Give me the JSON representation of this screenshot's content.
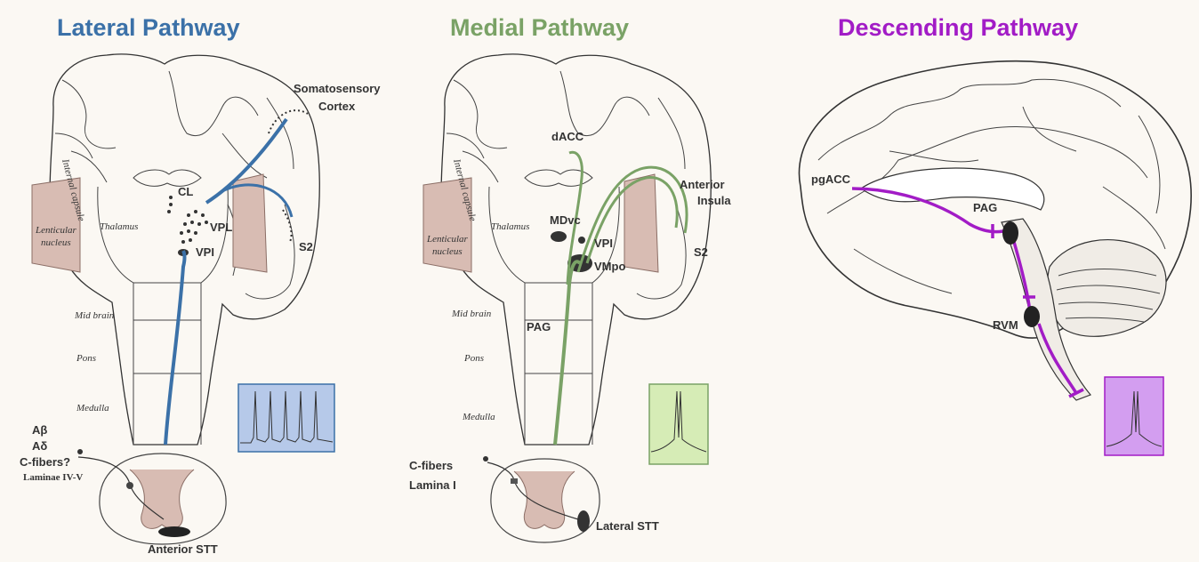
{
  "colors": {
    "lateral": "#3b71a8",
    "medial": "#7aa266",
    "descending": "#a21cc6",
    "trace_blue_bg": "#b6c9e9",
    "trace_green_bg": "#d6ecb6",
    "trace_purple_bg": "#d39ef0"
  },
  "lateral": {
    "title": "Lateral Pathway",
    "somatosensory": "Somatosensory",
    "cortex": "Cortex",
    "s2": "S2",
    "cl": "CL",
    "vpl": "VPL",
    "vpi": "VPI",
    "internal_capsule": "Internal capsule",
    "thalamus": "Thalamus",
    "lenticular": "Lenticular",
    "nucleus": "nucleus",
    "mid_brain": "Mid brain",
    "pons": "Pons",
    "medulla": "Medulla",
    "fiber_ab": "Aβ",
    "fiber_ad": "Aδ",
    "fiber_c": "C-fibers?",
    "laminae": "Laminae IV-V",
    "tract": "Anterior STT"
  },
  "medial": {
    "title": "Medial Pathway",
    "dacc": "dACC",
    "anterior": "Anterior",
    "insula": "Insula",
    "s2": "S2",
    "mdvc": "MDvc",
    "vpi": "VPI",
    "vmpo": "VMpo",
    "pag": "PAG",
    "internal_capsule": "Internal capsule",
    "thalamus": "Thalamus",
    "lenticular": "Lenticular",
    "nucleus": "nucleus",
    "mid_brain": "Mid brain",
    "pons": "Pons",
    "medulla": "Medulla",
    "fiber_c": "C-fibers",
    "lamina": "Lamina I",
    "tract": "Lateral STT"
  },
  "descending": {
    "title": "Descending Pathway",
    "pgacc": "pgACC",
    "pag": "PAG",
    "rvm": "RVM"
  }
}
